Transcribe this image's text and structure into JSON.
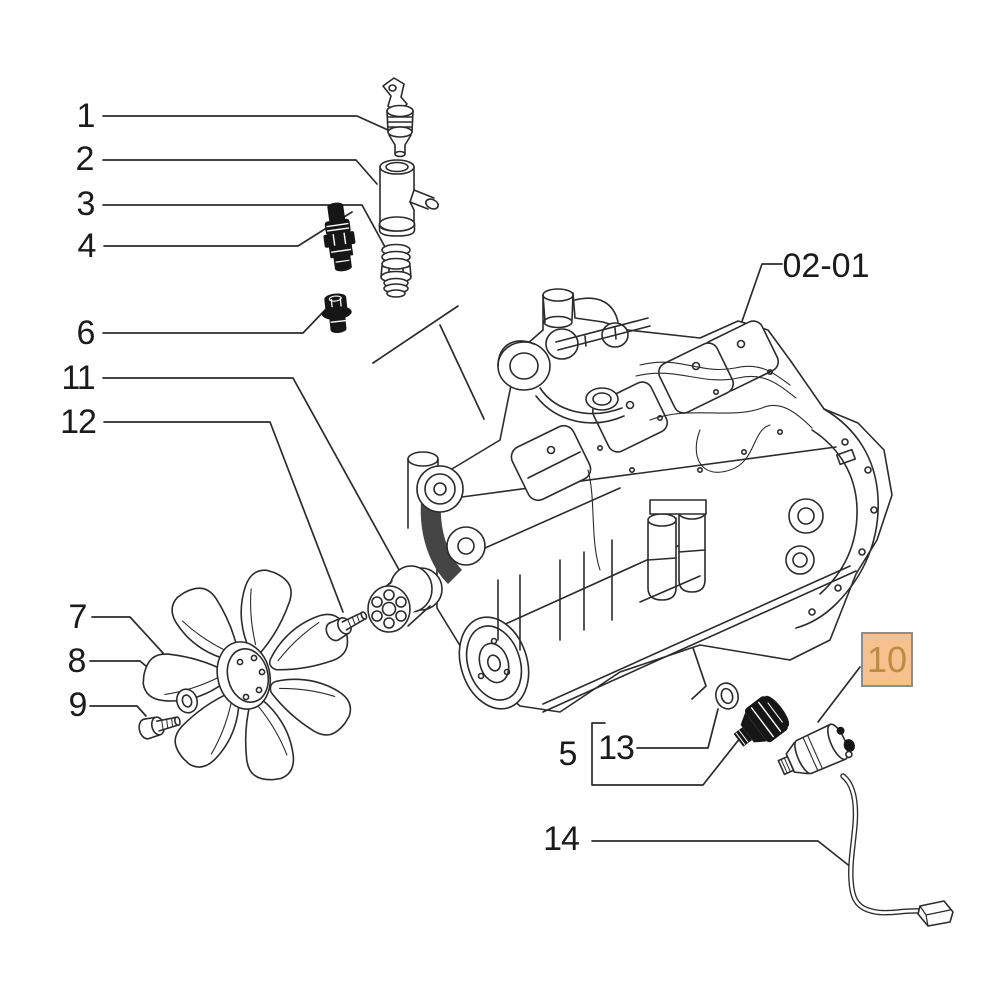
{
  "page": {
    "background": "#ffffff",
    "line_color": "#2b2b2b",
    "label_color": "#1b1b1b"
  },
  "callouts": {
    "c1": "1",
    "c2": "2",
    "c3": "3",
    "c4": "4",
    "c5": "5",
    "c6": "6",
    "c7": "7",
    "c8": "8",
    "c9": "9",
    "c10": "10",
    "c11": "11",
    "c12": "12",
    "c13": "13",
    "c14": "14",
    "ref": "02-01"
  },
  "highlight": {
    "selected_callout": "10",
    "bg": "#f6c18c",
    "border": "#8c8c8c",
    "text_color": "#be8b44"
  }
}
